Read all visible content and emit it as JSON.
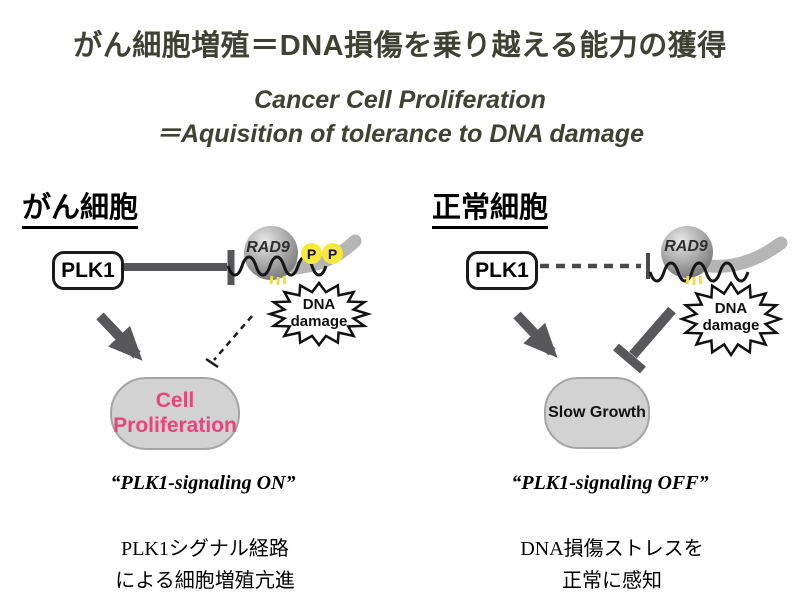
{
  "title_jp": "がん細胞増殖＝DNA損傷を乗り越える能力の獲得",
  "subtitle_en_line1": "Cancer Cell Proliferation",
  "subtitle_en_line2": "＝Aquisition of tolerance to DNA damage",
  "colors": {
    "title_text": "#3f4232",
    "arrow_gray": "#58585a",
    "proliferation_pink": "#e8457c",
    "pill_gray": "#d2d2d2",
    "phospho_yellow": "#f6e93c",
    "sphere_gray": "#9a9a9a"
  },
  "left_panel": {
    "heading": "がん細胞",
    "plk1_label": "PLK1",
    "rad9_label": "RAD9",
    "phospho_labels": [
      "P",
      "P"
    ],
    "dna_damage_line1": "DNA",
    "dna_damage_line2": "damage",
    "outcome_line1": "Cell",
    "outcome_line2": "Proliferation",
    "signaling_quote": "“PLK1-signaling ON”",
    "caption_line1": "PLK1シグナル経路",
    "caption_line2": "による細胞増殖亢進"
  },
  "right_panel": {
    "heading": "正常細胞",
    "plk1_label": "PLK1",
    "rad9_label": "RAD9",
    "dna_damage_line1": "DNA",
    "dna_damage_line2": "damage",
    "outcome_label": "Slow Growth",
    "signaling_quote": "“PLK1-signaling OFF”",
    "caption_line1": "DNA損傷ストレスを",
    "caption_line2": "正常に感知"
  }
}
